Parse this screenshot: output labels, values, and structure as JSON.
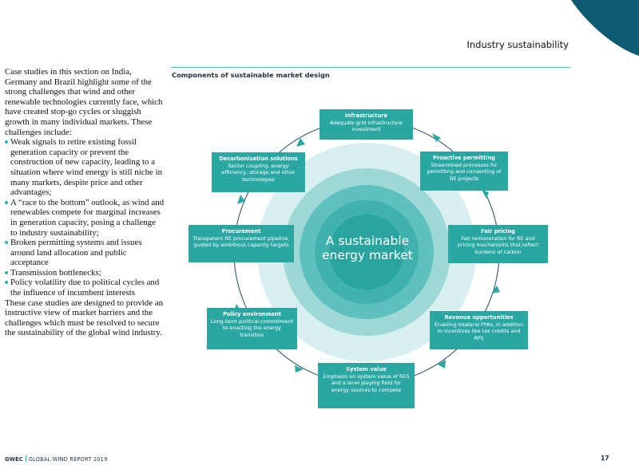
{
  "header": {
    "section_title": "Industry sustainability"
  },
  "left_text": {
    "intro": "Case studies in this section on India, Germany and Brazil highlight some of the strong challenges that wind and other renewable technologies currently face, which have created stop-go cycles or sluggish growth in many individual markets. These challenges include:",
    "bullets": [
      "Weak signals to retire existing fossil generation capacity or prevent the construction of new capacity, leading to a situation where wind energy is still niche in many markets, despite price and other advantages;",
      "A “race to the bottom” outlook, as wind and renewables compete for marginal increases in generation capacity, posing a challenge to industry sustainability;",
      "Broken permitting systems and issues around land allocation and public acceptance",
      "Transmission bottlenecks;",
      "Policy volatility due to political cycles and the influence of incumbent interests"
    ],
    "outro": "These case studies are designed to provide an instructive view of market barriers and the challenges which must be resolved to secure the sustainability of the global wind industry."
  },
  "figure": {
    "title": "Components of sustainable market design",
    "center_line1": "A sustainable",
    "center_line2": "energy market",
    "boxes": [
      {
        "title": "Infrastructure",
        "desc": "Adequate grid infrastructure investment"
      },
      {
        "title": "Proactive permitting",
        "desc": "Streamlined processes for permitting and consenting of RE projects"
      },
      {
        "title": "Fair pricing",
        "desc": "Fair remuneration for RE and pricing mechanisms that reflect burdens of carbon"
      },
      {
        "title": "Revenue opportunities",
        "desc": "Enabling bilateral PPAs, in addition to incentives like tax credits and RPS"
      },
      {
        "title": "System value",
        "desc": "Emphasis on system value of RES and a level playing field for energy sources to compete"
      },
      {
        "title": "Policy environment",
        "desc": "Long-term political commitment to enacting the energy transition"
      },
      {
        "title": "Procurement",
        "desc": "Transparent RE procurement pipeline, guided by ambitious capacity targets"
      },
      {
        "title": "Decarbonisation solutions",
        "desc": "Sector coupling, energy efficiency, storage and other technologies"
      }
    ],
    "colors": {
      "box": "#2aa7a2",
      "ring_outer": "#d7efef",
      "ring_2": "#9ed9d7",
      "ring_3": "#5fc1bd",
      "ring_4": "#3fb2ad",
      "ring_5": "#2aa49f",
      "cycle_line": "#1f4a66"
    }
  },
  "footer": {
    "org": "GWEC",
    "report": "GLOBAL WIND REPORT 2019",
    "page_number": "17"
  }
}
